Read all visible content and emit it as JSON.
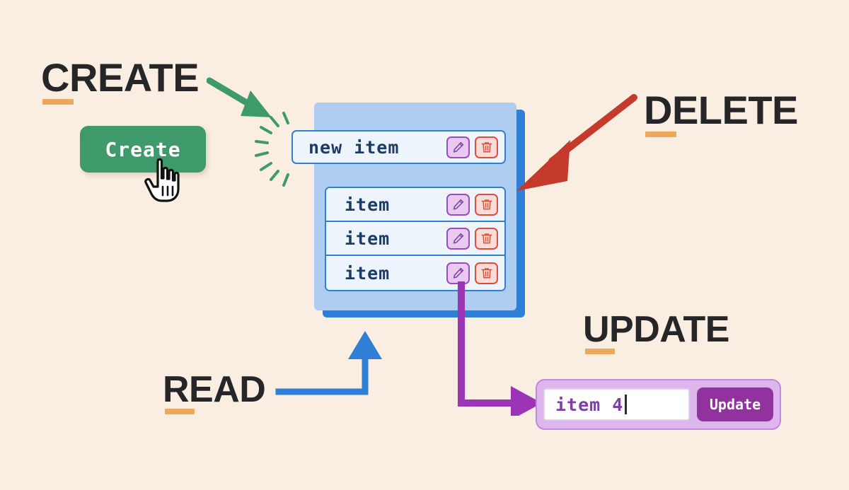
{
  "background_color": "#faeee2",
  "labels": {
    "create": "CREATE",
    "delete": "DELETE",
    "read": "READ",
    "update": "UPDATE",
    "underline_color": "#eea85c",
    "text_color": "#262528"
  },
  "create": {
    "button_label": "Create",
    "button_color": "#3f9a6b",
    "button_text_color": "#ffffff",
    "arrow_color": "#3f9a6b",
    "cursor_icon": "pointing-hand-cursor",
    "sparkle_color": "#3f9a6b"
  },
  "list_panel": {
    "panel_color": "#aecdf0",
    "shadow_color": "#2f7fd6",
    "row_bg": "#eef4fc",
    "row_border": "#2f7fd6",
    "row_text_color": "#1c3c66",
    "new_item": {
      "text": "new item",
      "edit_icon": "pencil-icon",
      "delete_icon": "trash-icon"
    },
    "items": [
      {
        "text": "item",
        "edit_icon": "pencil-icon",
        "delete_icon": "trash-icon"
      },
      {
        "text": "item",
        "edit_icon": "pencil-icon",
        "delete_icon": "trash-icon"
      },
      {
        "text": "item",
        "edit_icon": "pencil-icon",
        "delete_icon": "trash-icon"
      }
    ]
  },
  "icons": {
    "edit_fill": "#e8c9f0",
    "edit_stroke": "#9c4bbd",
    "delete_fill": "#fbdcd6",
    "delete_stroke": "#d94f3d"
  },
  "arrows": {
    "create_color": "#3f9a6b",
    "delete_color": "#c43a2b",
    "read_color": "#2f7fd6",
    "update_color": "#9c35b5"
  },
  "update_form": {
    "input_value": "item 4",
    "button_label": "Update",
    "container_color": "#ddb6ec",
    "button_color": "#92329f",
    "input_text_color": "#7b3fa5",
    "caret": "text-caret"
  }
}
